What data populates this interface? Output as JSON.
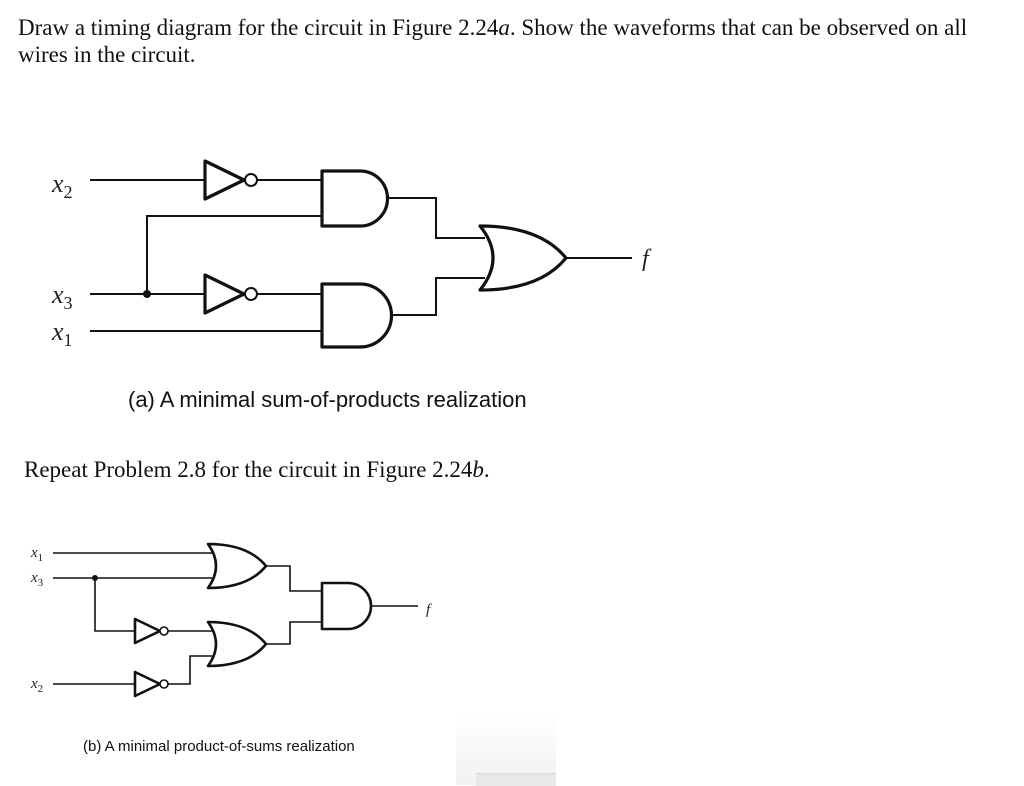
{
  "problem_1": {
    "text_before": "Draw a timing diagram for the circuit in Figure 2.24",
    "text_fig_letter": "a",
    "text_after": ". Show the waveforms that can be observed on all wires in the circuit."
  },
  "figure_a": {
    "caption": "(a) A minimal sum-of-products realization",
    "inputs": [
      {
        "var": "x",
        "sub": "2"
      },
      {
        "var": "x",
        "sub": "3"
      },
      {
        "var": "x",
        "sub": "1"
      }
    ],
    "output": "f"
  },
  "problem_2": {
    "text_before": "Repeat Problem 2.8 for the circuit in Figure 2.24",
    "text_fig_letter": "b",
    "text_after": "."
  },
  "figure_b": {
    "caption": "(b) A minimal product-of-sums realization",
    "inputs": [
      {
        "var": "x",
        "sub": "1"
      },
      {
        "var": "x",
        "sub": "3"
      },
      {
        "var": "x",
        "sub": "2"
      }
    ],
    "output": "f"
  }
}
